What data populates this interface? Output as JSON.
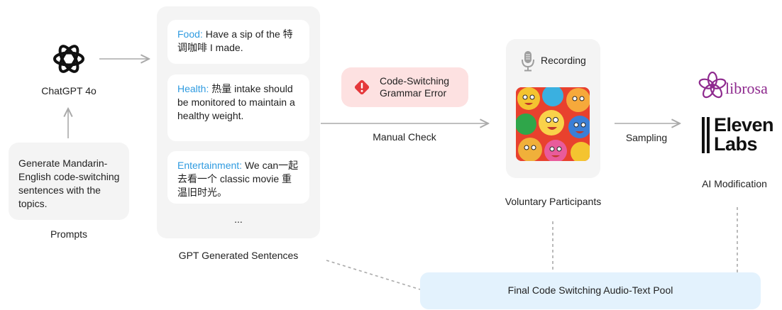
{
  "colors": {
    "topic": "#2f9be0",
    "panel": "#f4f4f4",
    "error_bg": "#fde1e1",
    "error_icon": "#e5383b",
    "pool_bg": "#e3f2fd",
    "arrow": "#aaaaaa",
    "librosa": "#8e2a8e"
  },
  "icons": {
    "openai": "openai-logo-icon",
    "microphone": "microphone-icon",
    "warning": "warning-diamond-icon",
    "librosa": "librosa-flower-logo",
    "elevenlabs": "elevenlabs-logo"
  },
  "chatgpt": {
    "label": "ChatGPT 4o"
  },
  "prompts": {
    "text": "Generate Mandarin-English code-switching sentences with the topics.",
    "label": "Prompts"
  },
  "sentences": {
    "items": [
      {
        "topic": "Food:",
        "text": " Have a sip of the 特调咖啡 I made."
      },
      {
        "topic": "Health:",
        "text": " 热量 intake should be monitored to maintain a healthy weight."
      },
      {
        "topic": "Entertainment:",
        "text": " We can一起去看一个 classic movie 重温旧时光。"
      }
    ],
    "ellipsis": "...",
    "label": "GPT Generated Sentences"
  },
  "error": {
    "line1": "Code-Switching",
    "line2": "Grammar Error"
  },
  "manual_check": "Manual Check",
  "recording": {
    "label": "Recording",
    "participants_label": "Voluntary Participants"
  },
  "sampling": "Sampling",
  "ai": {
    "librosa": "librosa",
    "eleven_line1": "Eleven",
    "eleven_line2": "Labs",
    "label": "AI Modification"
  },
  "pool": {
    "label": "Final Code Switching Audio-Text Pool"
  }
}
